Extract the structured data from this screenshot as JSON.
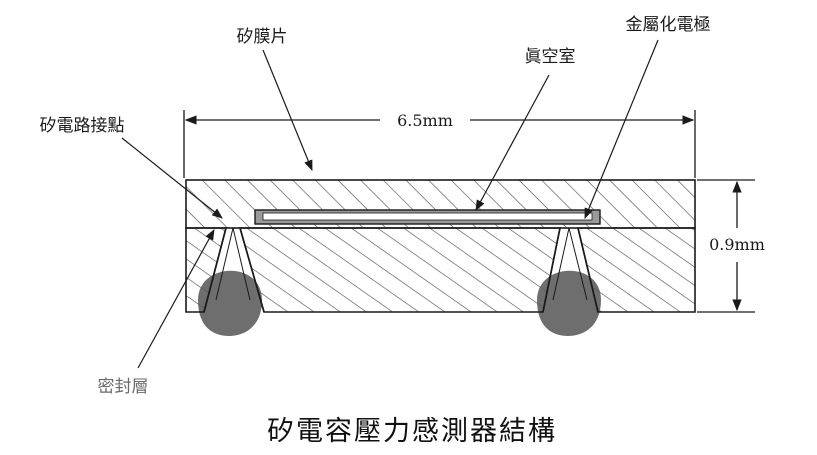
{
  "labels": {
    "silicon_membrane": "矽膜片",
    "vacuum_chamber": "眞空室",
    "metal_electrode": "金屬化電極",
    "silicon_contact": "矽電路接點",
    "sealing_layer": "密封層"
  },
  "dimensions": {
    "width": "6.5mm",
    "height": "0.9mm"
  },
  "caption": "矽電容壓力感測器結構",
  "colors": {
    "line": "#1a1a1a",
    "hatch": "#555555",
    "solder": "#6e6e6e",
    "electrode_fill": "#9a9a9a"
  }
}
